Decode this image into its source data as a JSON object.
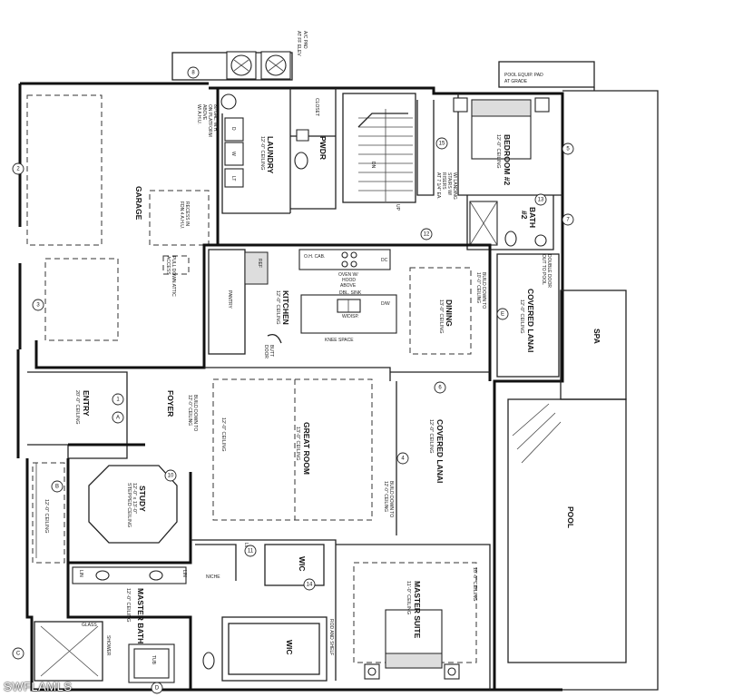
{
  "watermark": "SWFLAMLS",
  "ac_pad": [
    "A/C PAD",
    "AT FF ELEV"
  ],
  "pool_equip": [
    "POOL EQUIP. PAD",
    "AT GRADE"
  ],
  "rooms": {
    "garage": "GARAGE",
    "laundry": {
      "name": "LAUNDRY",
      "ceiling": "12'-0\" CEILING"
    },
    "pwdr": "PWDR",
    "closet": "CLOSET",
    "bedroom2": {
      "name": "BEDROOM #2",
      "ceiling": "12'-0\" CEILING"
    },
    "bath2": {
      "name": "BATH",
      "num": "#2"
    },
    "kitchen": {
      "name": "KITCHEN",
      "ceiling": "12'-0\" CEILING"
    },
    "pantry": "PANTRY",
    "dining": {
      "name": "DINING",
      "ceiling": "13'-0\" CEILING"
    },
    "covered_lanai_top": {
      "name": "COVERED LANAI",
      "ceiling": "12'-0\" CEILING"
    },
    "entry": {
      "name": "ENTRY",
      "ceiling": "20'-0\" CEILING"
    },
    "foyer": "FOYER",
    "great_room": {
      "name": "GREAT ROOM",
      "ceiling": "13'-0\" CEILING"
    },
    "covered_lanai": {
      "name": "COVERED LANAI",
      "ceiling": "12'-0\" CEILING"
    },
    "study": {
      "name": "STUDY",
      "dims": "12'-0\" x 13'-0\"",
      "ceiling": "STEPPED CEILING"
    },
    "master_bath": {
      "name": "MASTER BATH",
      "ceiling": "12'-0\" CEILING"
    },
    "wic1": "WIC",
    "wic2": "WIC",
    "master_suite": {
      "name": "MASTER SUITE",
      "ceiling": "11'-0\" CEILING"
    },
    "spa": "SPA",
    "pool": "POOL"
  },
  "notes": {
    "garage_recess": [
      "RECESS IN",
      "FDN.4 A.H.U."
    ],
    "garage_attic": [
      "PULL DOWN ATTIC",
      "ACCESS"
    ],
    "water_heater": [
      "80 GAL. W.H.",
      "ON PLATFORM",
      "ABOVE",
      "W/ A.H.U."
    ],
    "oh_cab": "O.H. CAB.",
    "oven": [
      "OVEN W/",
      "HOOD",
      "ABOVE"
    ],
    "dbl_sink": [
      "DBL. SINK",
      "W/DISP."
    ],
    "knee_space": "KNEE SPACE",
    "ref": "REF",
    "dw": "D/W",
    "dc": "DC",
    "butt_door": [
      "BUTT",
      "DOOR"
    ],
    "build_down_dining": [
      "BUILD DOWN TO",
      "10'-0\" CEILING"
    ],
    "build_down_foyer": [
      "BUILD DOWN TO",
      "12'-0\" CEILING"
    ],
    "build_down_great": [
      "BUILD DOWN TO",
      "12'-0\" CEILING"
    ],
    "twelve_ceiling": "12'-0\" CEILING",
    "ten_ceiling": "10'-0\" CEILING",
    "stairs_note": [
      "STAIRS W/",
      "RISERS",
      "AT 7 1/4\" EA.",
      "W/ LANDING"
    ],
    "bath2_door": [
      "DOUBLE DOOR",
      "OUT TO POOL"
    ],
    "niche": "NICHE",
    "lin1": "LIN",
    "lin2": "LIN",
    "lin3": "LIN",
    "glass": "GLASS",
    "shower": "SHOWER",
    "tub": "TUB",
    "rod_shelf": "ROD AND SHELF",
    "up": "UP",
    "dn": "DN",
    "w": "W",
    "d": "D",
    "lt": "LT",
    "sh_ceiling": "12'-0\" CEILING"
  },
  "markers": [
    "8",
    "2",
    "3",
    "1",
    "A",
    "B",
    "10",
    "11",
    "12",
    "13",
    "14",
    "15",
    "5",
    "6",
    "7",
    "4",
    "C",
    "D",
    "E"
  ]
}
